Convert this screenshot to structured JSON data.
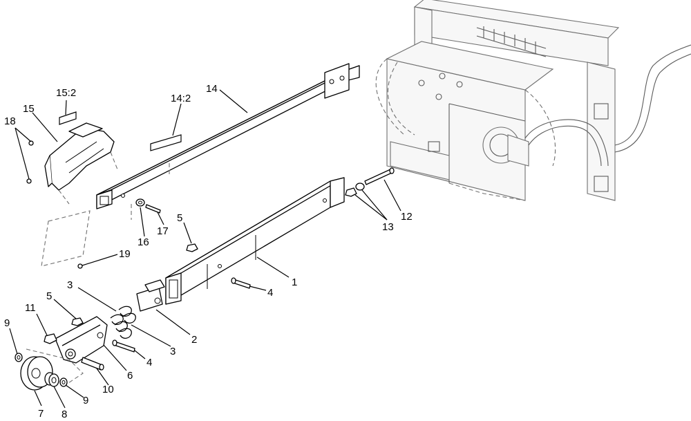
{
  "colors": {
    "ink": "#000000",
    "ghost": "#6f6f6f",
    "background": "#ffffff"
  },
  "callouts": {
    "c1": "1",
    "c2": "2",
    "c3a": "3",
    "c3b": "3",
    "c4a": "4",
    "c4b": "4",
    "c5a": "5",
    "c5b": "5",
    "c6": "6",
    "c7": "7",
    "c8": "8",
    "c9a": "9",
    "c9b": "9",
    "c10": "10",
    "c11": "11",
    "c12": "12",
    "c13": "13",
    "c14": "14",
    "c14_2": "14:2",
    "c15": "15",
    "c15_2": "15:2",
    "c16": "16",
    "c17": "17",
    "c18": "18",
    "c19": "19"
  }
}
